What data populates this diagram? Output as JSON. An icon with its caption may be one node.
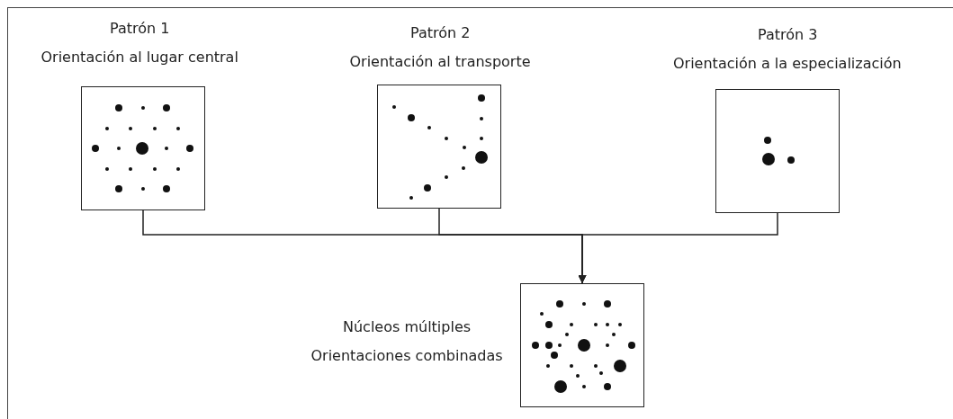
{
  "diagram": {
    "nodes": [
      {
        "text": [
          "Patrón 1",
          "Orientación al lugar central"
        ]
      },
      {
        "text": [
          "Patrón 2",
          "Orientación al transporte"
        ]
      },
      {
        "text": [
          "Patrón 3",
          "Orientación a la especialización"
        ]
      },
      {
        "text": [
          "Núcleos múltiples",
          "Orientaciones combinadas"
        ]
      }
    ],
    "edges": [
      {
        "from": 0,
        "to": 3,
        "arrow": "to"
      },
      {
        "from": 1,
        "to": 3,
        "arrow": "to"
      },
      {
        "from": 2,
        "to": 3,
        "arrow": "to"
      }
    ]
  }
}
